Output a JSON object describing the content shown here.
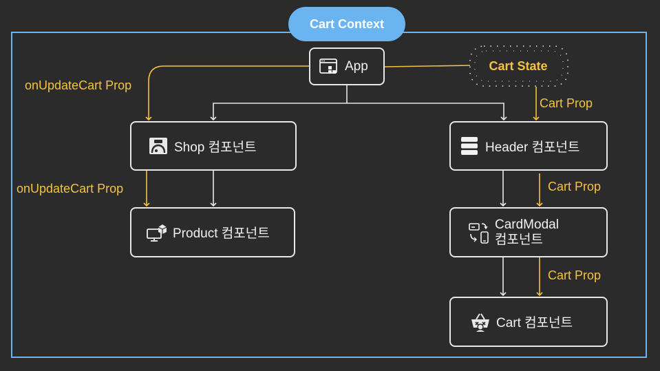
{
  "context": {
    "label": "Cart Context"
  },
  "nodes": {
    "app": {
      "label": "App",
      "icon": "app-window-icon"
    },
    "shop": {
      "label": "Shop 컴포넌트",
      "icon": "shop-icon"
    },
    "product": {
      "label": "Product 컴포넌트",
      "icon": "product-monitor-icon"
    },
    "header": {
      "label": "Header 컴포넌트",
      "icon": "header-stack-icon"
    },
    "cardmodal": {
      "label_line1": "CardModal",
      "label_line2": "컴포넌트",
      "icon": "modal-sync-icon"
    },
    "cart": {
      "label": "Cart 컴포넌트",
      "icon": "cart-basket-icon"
    }
  },
  "state": {
    "label": "Cart State"
  },
  "props": {
    "app_to_shop": "onUpdateCart Prop",
    "shop_to_product": "onUpdateCart Prop",
    "state_to_header": "Cart Prop",
    "header_to_cardmodal": "Cart Prop",
    "cardmodal_to_cart": "Cart Prop"
  },
  "colors": {
    "background": "#2b2b2b",
    "context_blue": "#6ab4f2",
    "prop_yellow": "#f5c244",
    "node_border": "#e8e8e8"
  }
}
